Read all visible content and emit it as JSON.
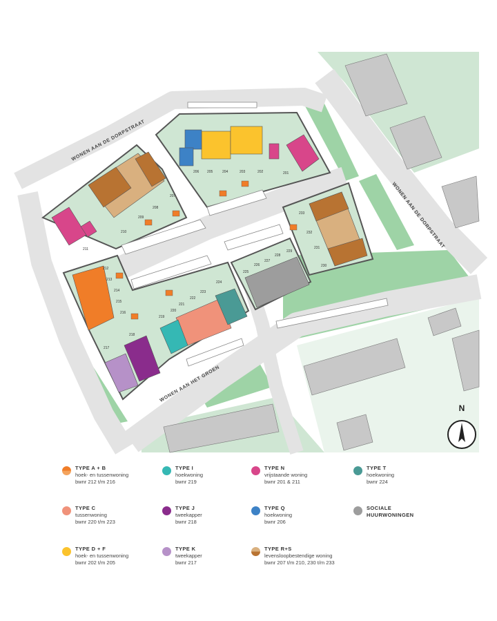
{
  "streets": {
    "top_left": "WONEN AAN DE DORPSTRAAT",
    "top_right": "WONEN AAN DE DORPSTRAAT",
    "bottom": "WONEN AAN HET GROEN"
  },
  "lots": [
    "201",
    "202",
    "203",
    "204",
    "205",
    "206",
    "207",
    "208",
    "209",
    "210",
    "211",
    "212",
    "213",
    "214",
    "215",
    "216",
    "217",
    "218",
    "219",
    "220",
    "221",
    "222",
    "223",
    "224",
    "225",
    "226",
    "227",
    "228",
    "229",
    "230",
    "231",
    "232",
    "233"
  ],
  "compass": {
    "label": "N"
  },
  "colors": {
    "background": "#ffffff",
    "road": "#e3e3e3",
    "green": "#9ed3a6",
    "garden": "#cfe6d3",
    "outline": "#555555",
    "type_ab": "#f07d28",
    "type_c": "#f0927a",
    "type_df": "#fbc32d",
    "type_i": "#35b8b4",
    "type_j": "#8a2c8c",
    "type_k": "#b691c8",
    "type_n": "#d8468a",
    "type_q": "#3d82c6",
    "type_rs_dark": "#b87332",
    "type_rs_light": "#d9b07f",
    "type_t": "#4a9a95",
    "social": "#9d9d9d"
  },
  "legend": [
    {
      "title": "TYPE A + B",
      "line1": "hoek- en tussenwoning",
      "line2": "bwnr 212 t/m 216",
      "color": "#f07d28",
      "icon": "half-circle-orange"
    },
    {
      "title": "TYPE I",
      "line1": "hoekwoning",
      "line2": "bwnr 219",
      "color": "#35b8b4",
      "icon": "circle-teal"
    },
    {
      "title": "TYPE N",
      "line1": "vrijstaande woning",
      "line2": "bwnr 201 & 211",
      "color": "#d8468a",
      "icon": "circle-pink"
    },
    {
      "title": "TYPE T",
      "line1": "hoekwoning",
      "line2": "bwnr 224",
      "color": "#4a9a95",
      "icon": "circle-dark-teal"
    },
    {
      "title": "TYPE C",
      "line1": "tussenwoning",
      "line2": "bwnr 220 t/m 223",
      "color": "#f0927a",
      "icon": "circle-salmon"
    },
    {
      "title": "TYPE J",
      "line1": "tweekapper",
      "line2": "bwnr 218",
      "color": "#8a2c8c",
      "icon": "circle-purple"
    },
    {
      "title": "TYPE Q",
      "line1": "hoekwoning",
      "line2": "bwnr 206",
      "color": "#3d82c6",
      "icon": "circle-blue"
    },
    {
      "title": "SOCIALE",
      "line1": "HUURWONINGEN",
      "line2": "",
      "color": "#9d9d9d",
      "icon": "circle-grey"
    },
    {
      "title": "TYPE D + F",
      "line1": "hoek- en tussenwoning",
      "line2": "bwnr 202 t/m 205",
      "color": "#fbc32d",
      "icon": "circle-yellow"
    },
    {
      "title": "TYPE K",
      "line1": "tweekapper",
      "line2": "bwnr 217",
      "color": "#b691c8",
      "icon": "circle-lilac"
    },
    {
      "title": "TYPE R+S",
      "line1": "levensloopbestendige woning",
      "line2": "bwnr 207 t/m 210, 230 t/m 233",
      "color": "#b87332",
      "icon": "half-circle-brown"
    }
  ]
}
